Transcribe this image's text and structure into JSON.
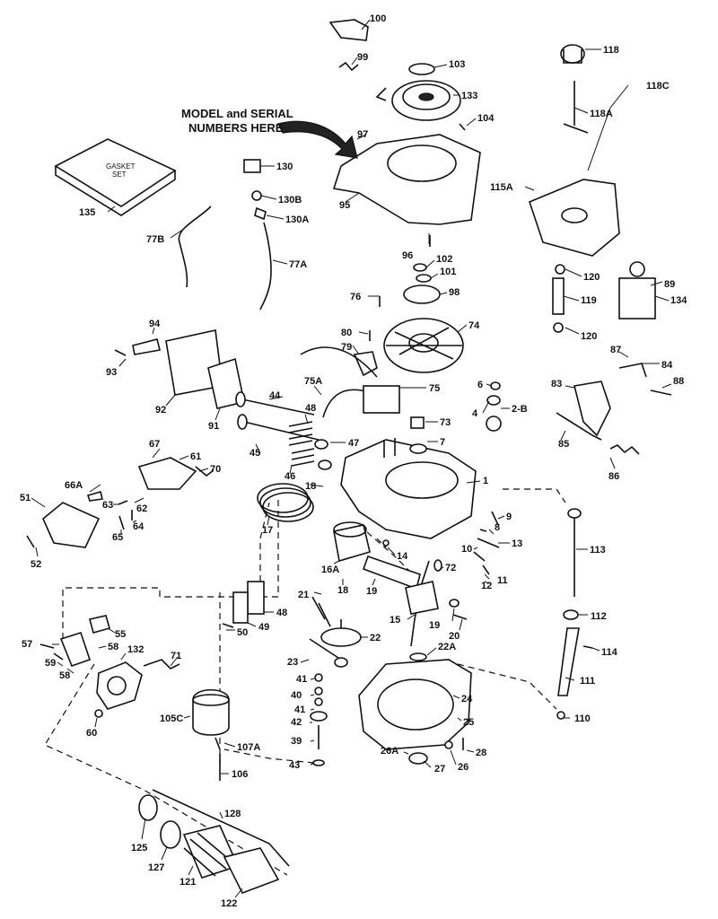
{
  "note": {
    "line1": "MODEL and SERIAL",
    "line2": "NUMBERS HERE"
  },
  "gasket_set_label": {
    "line1": "GASKET",
    "line2": "SET"
  },
  "labels": {
    "l100": "100",
    "l99": "99",
    "l103": "103",
    "l133": "133",
    "l104": "104",
    "l118": "118",
    "l118C": "118C",
    "l118A": "118A",
    "l97": "97",
    "l130": "130",
    "l135": "135",
    "l130B": "130B",
    "l130A": "130A",
    "l95": "95",
    "l115A": "115A",
    "l77B": "77B",
    "l77A": "77A",
    "l96": "96",
    "l102": "102",
    "l101": "101",
    "l120a": "120",
    "l98": "98",
    "l89": "89",
    "l119": "119",
    "l134": "134",
    "l76": "76",
    "l120b": "120",
    "l94": "94",
    "l74": "74",
    "l80": "80",
    "l79": "79",
    "l87": "87",
    "l84": "84",
    "l93": "93",
    "l75A": "75A",
    "l75": "75",
    "l83": "83",
    "l88": "88",
    "l6": "6",
    "l2B": "2-B",
    "l4": "4",
    "l92": "92",
    "l44": "44",
    "l91": "91",
    "l48a": "48",
    "l73": "73",
    "l85": "85",
    "l47": "47",
    "l45": "45",
    "l7": "7",
    "l67": "67",
    "l61": "61",
    "l70": "70",
    "l86": "86",
    "l46": "46",
    "l66A": "66A",
    "l1": "1",
    "l18a": "18",
    "l51": "51",
    "l63": "63",
    "l62": "62",
    "l64": "64",
    "l65": "65",
    "l17": "17",
    "l9": "9",
    "l52": "52",
    "l8": "8",
    "l13": "13",
    "l113": "113",
    "l10": "10",
    "l14": "14",
    "l16A": "16A",
    "l72": "72",
    "l11": "11",
    "l12": "12",
    "l18b": "18",
    "l21": "21",
    "l19a": "19",
    "l112": "112",
    "l55": "55",
    "l48b": "48",
    "l15": "15",
    "l19b": "19",
    "l20": "20",
    "l57": "57",
    "l49": "49",
    "l50": "50",
    "l22": "22",
    "l58a": "58",
    "l132": "132",
    "l114": "114",
    "l59": "59",
    "l58b": "58",
    "l71": "71",
    "l23": "23",
    "l22A": "22A",
    "l41a": "41",
    "l111": "111",
    "l40": "40",
    "l24": "24",
    "l105C": "105C",
    "l41b": "41",
    "l60": "60",
    "l42": "42",
    "l25": "25",
    "l110": "110",
    "l39": "39",
    "l107A": "107A",
    "l26A": "26A",
    "l28": "28",
    "l43": "43",
    "l27": "27",
    "l26": "26",
    "l106": "106",
    "l128": "128",
    "l125": "125",
    "l127": "127",
    "l121": "121",
    "l122": "122"
  }
}
